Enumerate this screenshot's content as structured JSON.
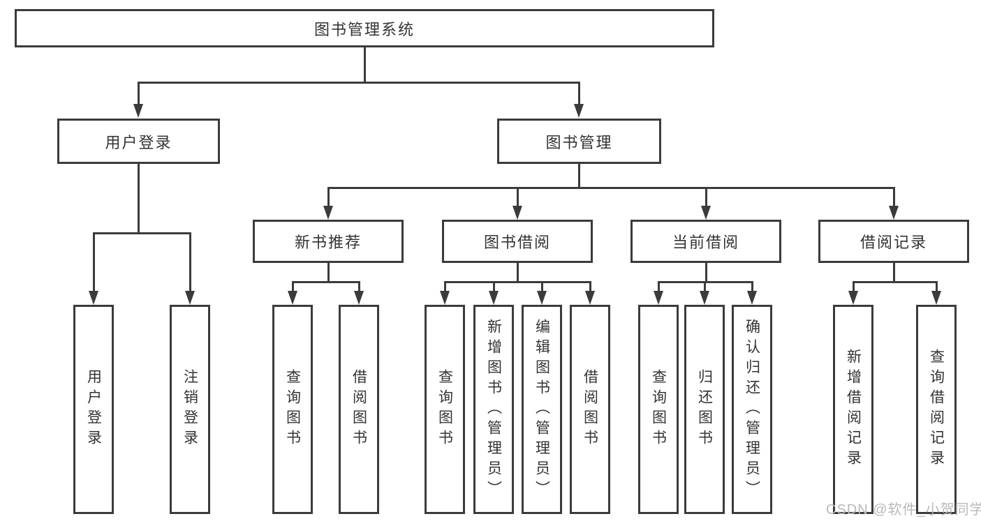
{
  "diagram": {
    "root": {
      "label": "图书管理系统",
      "children": [
        {
          "label": "用户登录",
          "children": [
            {
              "label": "用户登录"
            },
            {
              "label": "注销登录"
            }
          ]
        },
        {
          "label": "图书管理",
          "children": [
            {
              "label": "新书推荐",
              "children": [
                {
                  "label": "查询图书"
                },
                {
                  "label": "借阅图书"
                }
              ]
            },
            {
              "label": "图书借阅",
              "children": [
                {
                  "label": "查询图书"
                },
                {
                  "label": "新增图书（管理员）"
                },
                {
                  "label": "编辑图书（管理员）"
                },
                {
                  "label": "借阅图书"
                }
              ]
            },
            {
              "label": "当前借阅",
              "children": [
                {
                  "label": "查询图书"
                },
                {
                  "label": "归还图书"
                },
                {
                  "label": "确认归还（管理员）"
                }
              ]
            },
            {
              "label": "借阅记录",
              "children": [
                {
                  "label": "新增借阅记录"
                },
                {
                  "label": "查询借阅记录"
                }
              ]
            }
          ]
        }
      ]
    },
    "watermark": "CSDN @软件_小贺同学",
    "colors": {
      "line": "#3b3b3b",
      "text": "#333333",
      "background": "#ffffff",
      "watermark": "#b9b9b9"
    }
  }
}
